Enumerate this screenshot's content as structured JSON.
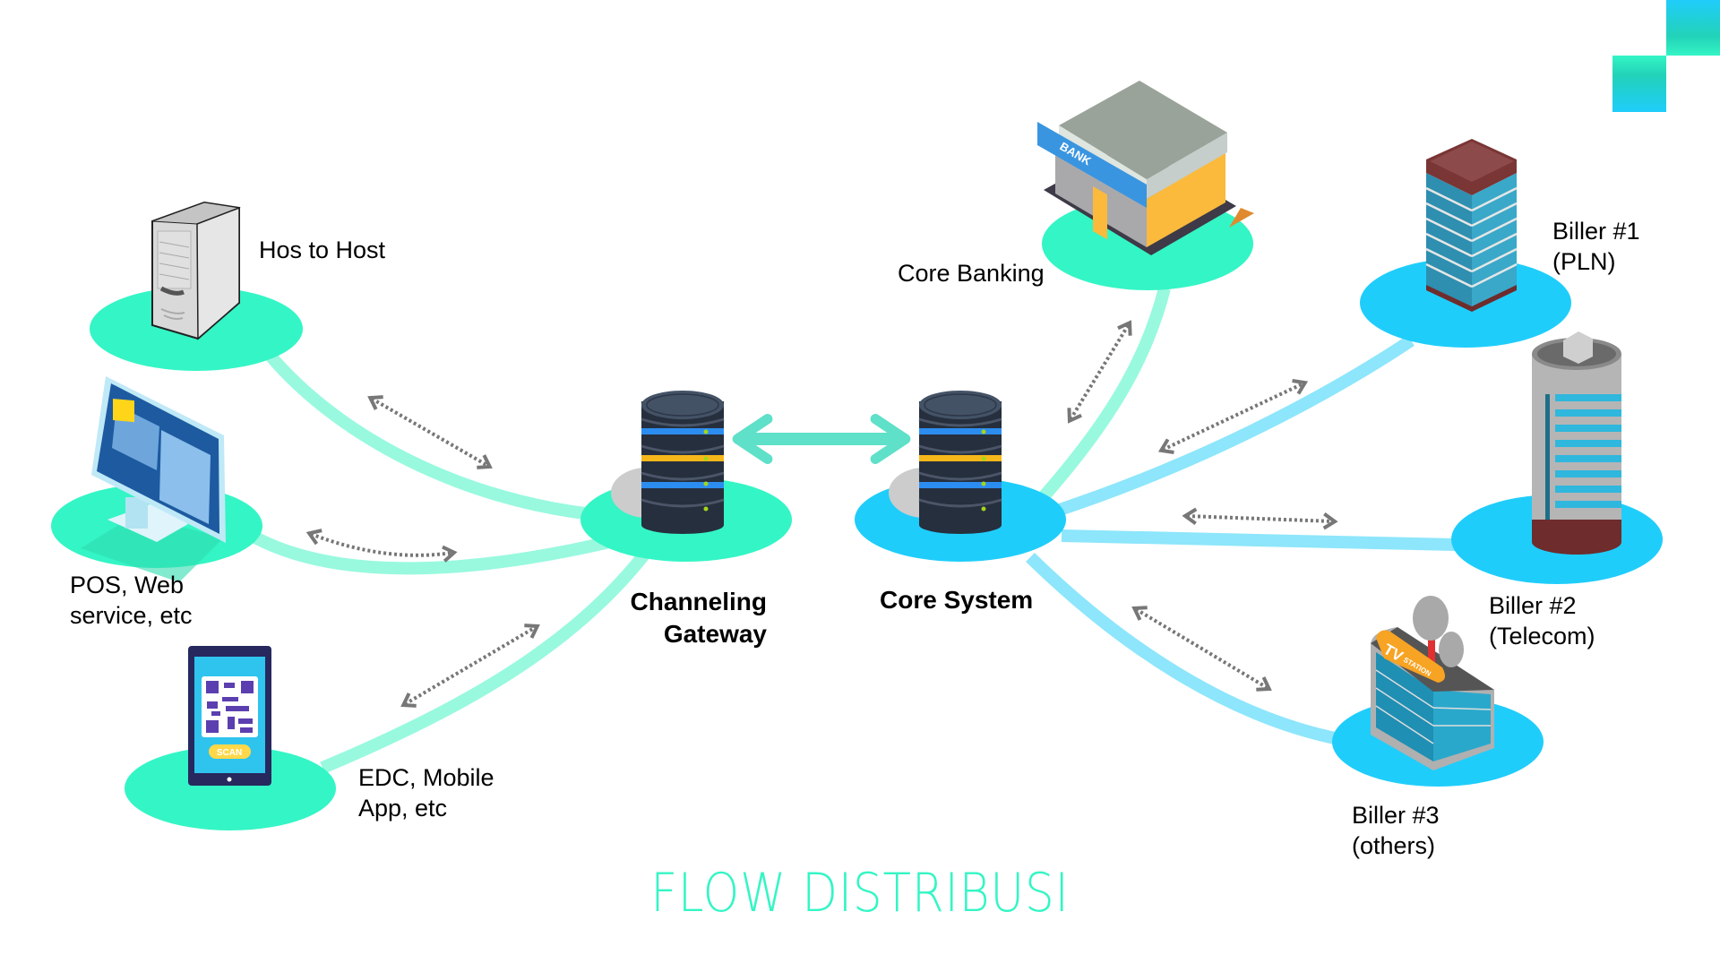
{
  "diagram": {
    "title": "FLOW DISTRIBUSI",
    "colors": {
      "channel_green": "#34f5c5",
      "channel_link": "#98f9df",
      "biller_blue": "#1fcdfb",
      "biller_link": "#8de6fb",
      "hub_arrow": "#5fe0c8",
      "dotted_arrow": "#777777"
    },
    "hubs": [
      {
        "id": "channeling-gateway",
        "label": "Channeling\nGateway",
        "icon": "database-server-icon"
      },
      {
        "id": "core-system",
        "label": "Core System",
        "icon": "database-server-icon"
      }
    ],
    "channels": [
      {
        "id": "host-to-host",
        "label": "Hos to Host",
        "icon": "server-tower-icon"
      },
      {
        "id": "pos-web",
        "label": "POS, Web\nservice, etc",
        "icon": "desktop-monitor-icon"
      },
      {
        "id": "edc-mobile",
        "label": "EDC, Mobile\nApp, etc",
        "icon": "smartphone-qr-icon",
        "button_text": "SCAN"
      }
    ],
    "backends": [
      {
        "id": "core-banking",
        "label": "Core Banking",
        "icon": "bank-building-icon",
        "sign_text": "BANK"
      },
      {
        "id": "biller-1",
        "label": "Biller #1\n(PLN)",
        "icon": "office-tower-icon"
      },
      {
        "id": "biller-2",
        "label": "Biller #2\n(Telecom)",
        "icon": "round-tower-icon"
      },
      {
        "id": "biller-3",
        "label": "Biller #3\n(others)",
        "icon": "tv-station-icon",
        "sign_text": "TV",
        "sign_sub": "STATION"
      }
    ],
    "connections": [
      {
        "from": "host-to-host",
        "to": "channeling-gateway",
        "bidirectional": true
      },
      {
        "from": "pos-web",
        "to": "channeling-gateway",
        "bidirectional": true
      },
      {
        "from": "edc-mobile",
        "to": "channeling-gateway",
        "bidirectional": true
      },
      {
        "from": "channeling-gateway",
        "to": "core-system",
        "bidirectional": true
      },
      {
        "from": "core-system",
        "to": "core-banking",
        "bidirectional": true
      },
      {
        "from": "core-system",
        "to": "biller-1",
        "bidirectional": true
      },
      {
        "from": "core-system",
        "to": "biller-2",
        "bidirectional": true
      },
      {
        "from": "core-system",
        "to": "biller-3",
        "bidirectional": true
      }
    ]
  }
}
